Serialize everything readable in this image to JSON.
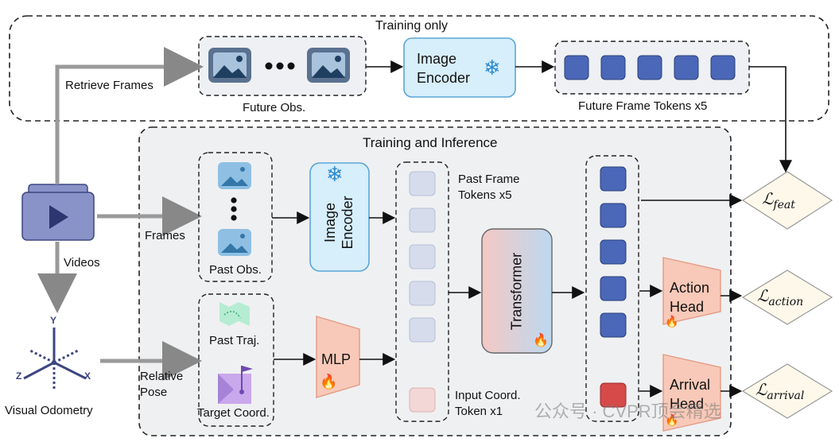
{
  "training_only": {
    "title": "Training only",
    "retrieve_frames": "Retrieve Frames",
    "future_obs": "Future Obs.",
    "future_tokens": "Future Frame Tokens x5",
    "encoder_line1": "Image",
    "encoder_line2": "Encoder"
  },
  "training_inference": {
    "title": "Training and Inference",
    "frames": "Frames",
    "videos": "Videos",
    "past_obs": "Past Obs.",
    "past_traj": "Past Traj.",
    "target_coord": "Target Coord.",
    "relative_pose_1": "Relative",
    "relative_pose_2": "Pose",
    "visual_odometry": "Visual Odometry",
    "image_encoder_1": "Image",
    "image_encoder_2": "Encoder",
    "mlp": "MLP",
    "transformer": "Transformer",
    "past_tokens_1": "Past Frame",
    "past_tokens_2": "Tokens x5",
    "input_coord_1": "Input Coord.",
    "input_coord_2": "Token x1",
    "action_head_1": "Action",
    "action_head_2": "Head",
    "arrival_head_1": "Arrival",
    "arrival_head_2": "Head"
  },
  "losses": {
    "feat_sym": "ℒ",
    "feat_sub": "feat",
    "action_sym": "ℒ",
    "action_sub": "action",
    "arrival_sym": "ℒ",
    "arrival_sub": "arrival"
  },
  "watermark": "公众号 · CVPR顶会精选",
  "icons": {
    "frozen": "snowflake-icon",
    "trainable": "fire-icon"
  },
  "colors": {
    "token_blue": "#4a67b8",
    "token_light": "#d6dcec",
    "token_pink": "#f3d6d6",
    "token_red": "#d64a4a",
    "encoder_fill": "#d7eefb",
    "encoder_stroke": "#5aa6d8",
    "head_fill": "#f8c9b8",
    "box_gray": "#eef0f3"
  }
}
